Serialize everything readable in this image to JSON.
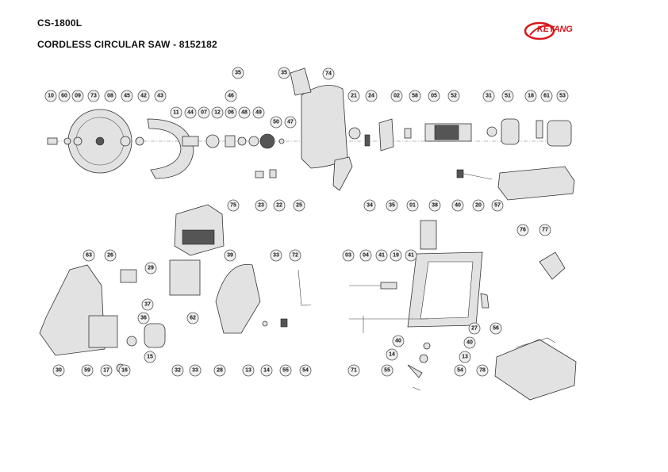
{
  "header": {
    "model": "CS-1800L",
    "title": "CORDLESS CIRCULAR SAW - 8152182"
  },
  "brand": {
    "name": "KEYANG",
    "color": "#d9151b"
  },
  "callouts": [
    "10",
    "60",
    "09",
    "73",
    "08",
    "45",
    "42",
    "43",
    "11",
    "44",
    "07",
    "12",
    "06",
    "48",
    "49",
    "35",
    "35",
    "74",
    "46",
    "50",
    "47",
    "21",
    "24",
    "02",
    "58",
    "05",
    "52",
    "31",
    "51",
    "18",
    "61",
    "53",
    "23",
    "22",
    "25",
    "34",
    "35",
    "75",
    "76",
    "77",
    "01",
    "38",
    "40",
    "20",
    "57",
    "63",
    "26",
    "29",
    "39",
    "37",
    "36",
    "62",
    "33",
    "72",
    "03",
    "04",
    "41",
    "19",
    "41",
    "30",
    "59",
    "15",
    "17",
    "16",
    "32",
    "33",
    "28",
    "13",
    "14",
    "55",
    "54",
    "71",
    "40",
    "27",
    "56",
    "40",
    "14",
    "13",
    "55",
    "54",
    "78"
  ]
}
